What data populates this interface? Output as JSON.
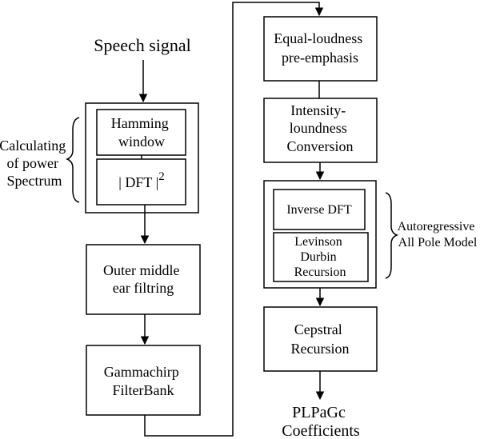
{
  "input_label": "Speech signal",
  "power_group": {
    "label_lines": [
      "Calculating",
      "of power",
      "Spectrum"
    ],
    "hamming_lines": [
      "Hamming",
      "window"
    ],
    "dft_label": "| DFT |",
    "dft_exponent": "2"
  },
  "outer_ear_lines": [
    "Outer middle",
    "ear filtring"
  ],
  "gammachirp_lines": [
    "Gammachirp",
    "FilterBank"
  ],
  "equal_loudness_lines": [
    "Equal-loudness",
    "pre-emphasis"
  ],
  "intensity_lines": [
    "Intensity-",
    "loundness",
    "Conversion"
  ],
  "ar_group": {
    "label_lines": [
      "Autoregressive",
      "All Pole Model"
    ],
    "inverse_dft": "Inverse DFT",
    "levinson_lines": [
      "Levinson",
      "Durbin",
      "Recursion"
    ]
  },
  "cepstral_lines": [
    "Cepstral",
    "Recursion"
  ],
  "output_lines": [
    "PLPaGc",
    "Coefficients"
  ]
}
